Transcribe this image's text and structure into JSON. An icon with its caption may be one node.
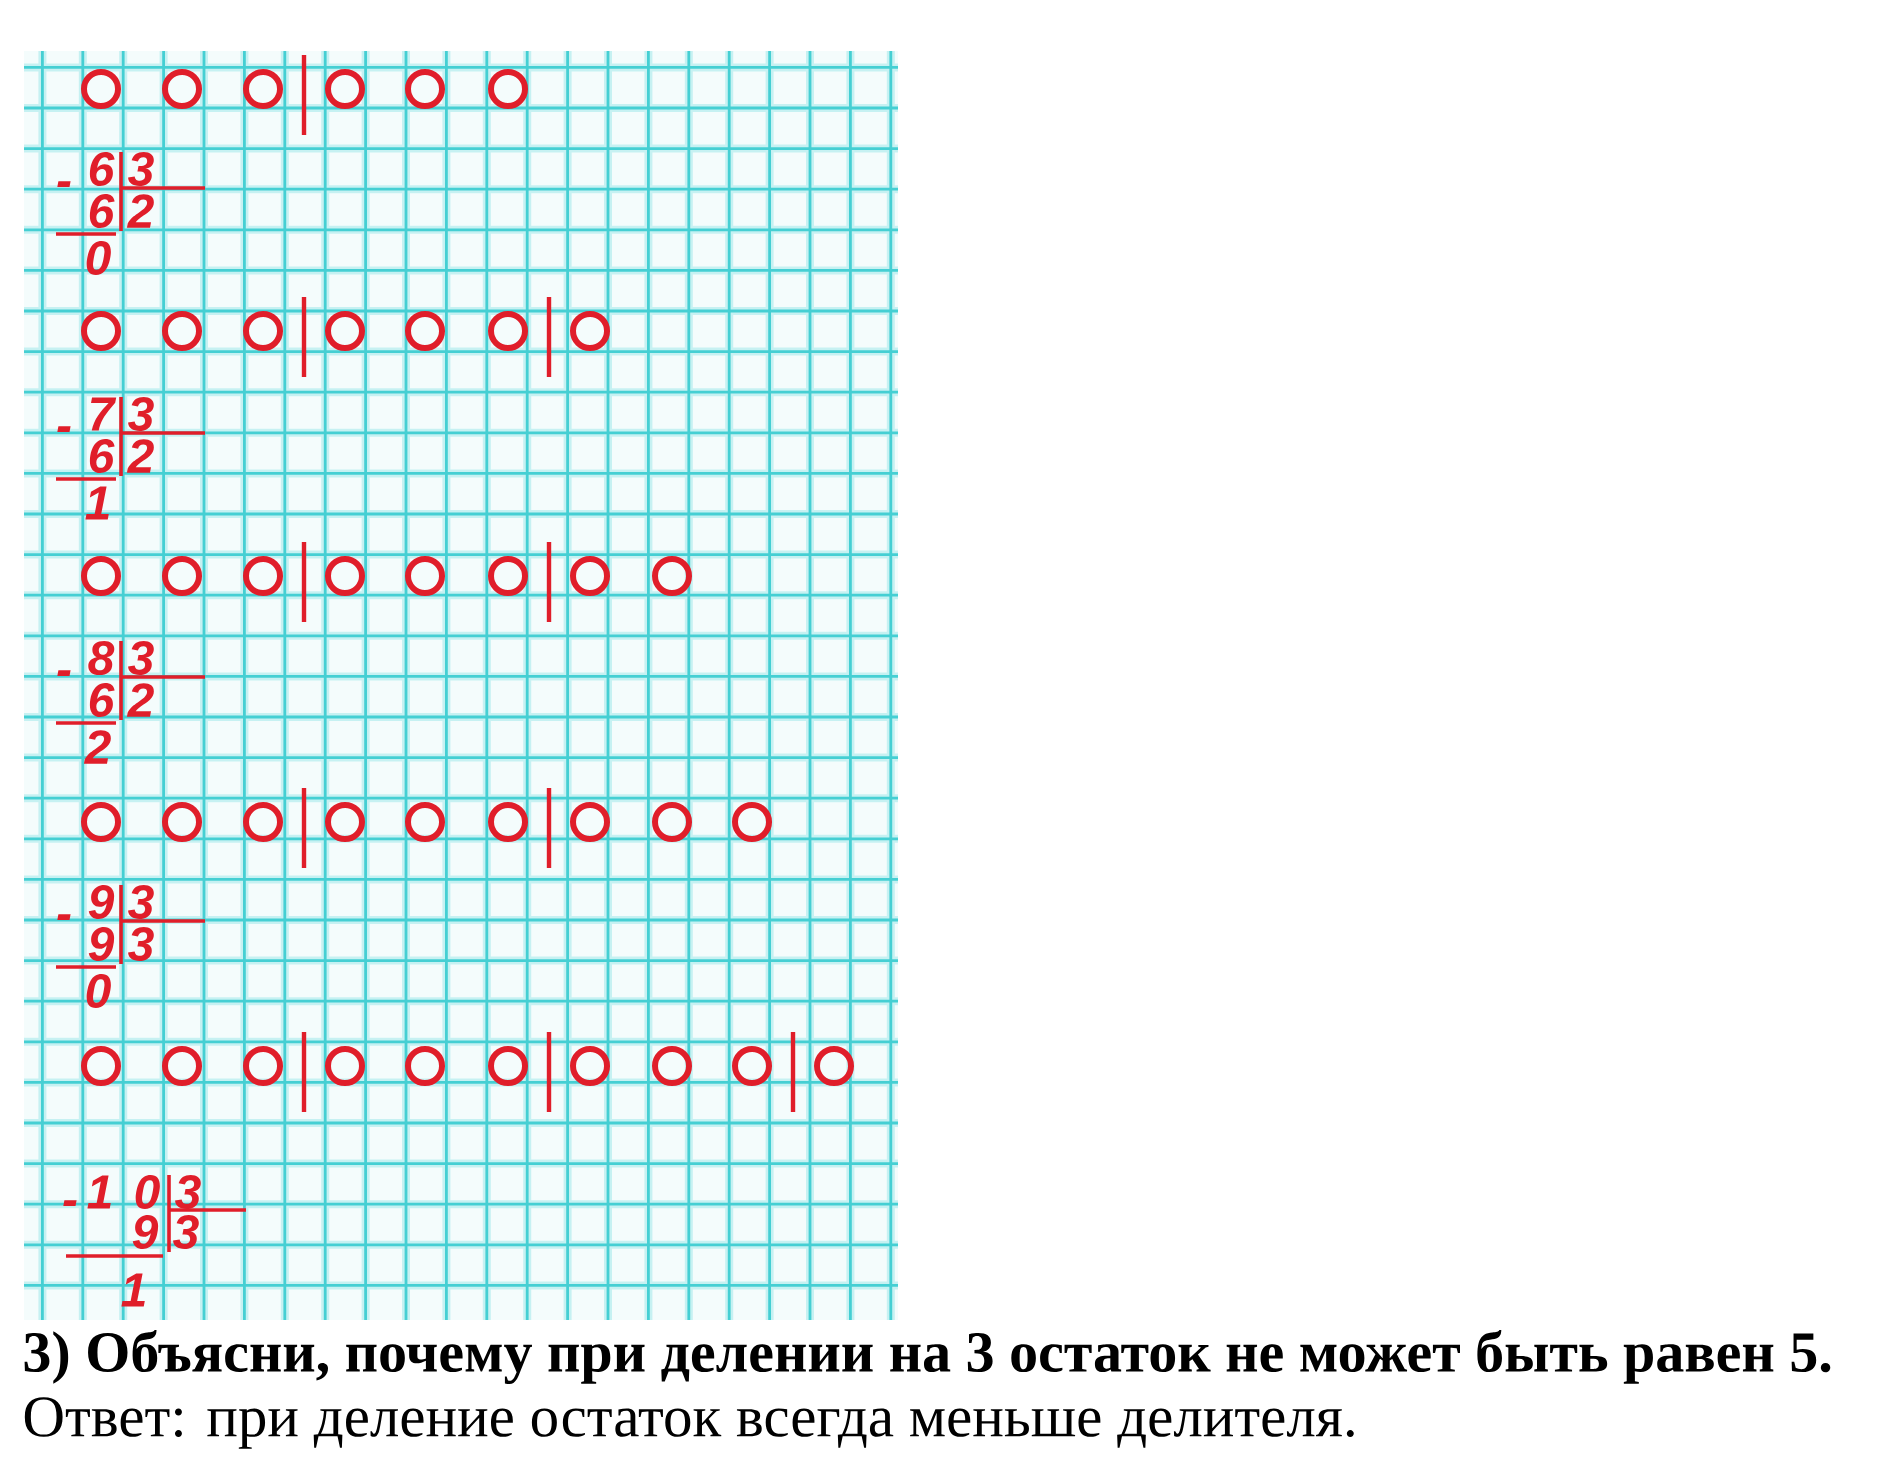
{
  "diagram": {
    "title": "3) Объясни, почему при делении на 3 остаток не может быть равен 5.",
    "labels": [
      "-",
      "6",
      "3",
      "6",
      "2",
      "0",
      "-",
      "7",
      "3",
      "6",
      "2",
      "1",
      "-",
      "8",
      "3",
      "6",
      "2",
      "2",
      "-",
      "9",
      "3",
      "9",
      "3",
      "0",
      "-",
      "1",
      "0",
      "3",
      "9",
      "3",
      "1",
      "Ответ: при деление остаток всегда меньше делителя."
    ]
  }
}
